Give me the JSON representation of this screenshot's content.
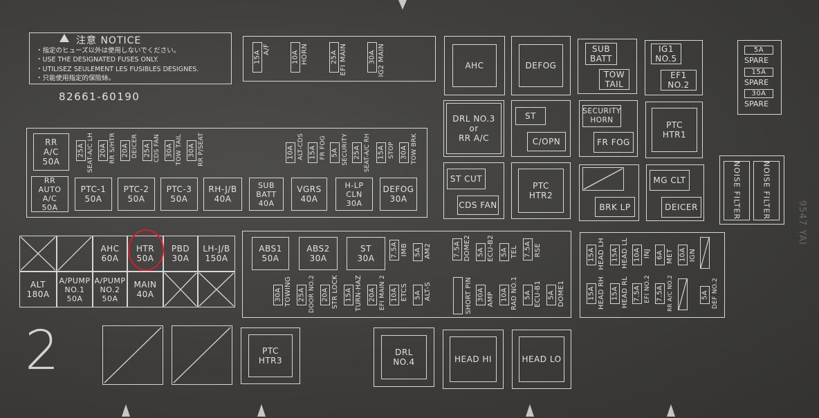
{
  "notice": {
    "title": "注意  NOTICE",
    "lines": [
      "・指定のヒューズ以外は使用しないでください。",
      "・USE THE DESIGNATED FUSES ONLY.",
      "・UTILISEZ SEULEMENT LES FUSIBLES DESIGNES.",
      "・只能使用指定的保險絲。"
    ],
    "part_number": "82661-60190"
  },
  "top_strip": [
    {
      "amp": "15A",
      "label": "A/F"
    },
    {
      "amp": "10A",
      "label": "HORN"
    },
    {
      "amp": "25A",
      "label": "EFI MAIN"
    },
    {
      "amp": "30A",
      "label": "IG2 MAIN"
    }
  ],
  "relays": {
    "ahc": "AHC",
    "defog": "DEFOG",
    "sub_batt": "SUB\nBATT",
    "tow_tail": "TOW\nTAIL",
    "ig1_no5": "IG1\nNO.5",
    "efi_no2": "EF1\nNO.2",
    "drl_no3": "DRL NO.3\nor\nRR A/C",
    "st": "ST",
    "c_opn": "C/OPN",
    "security_horn": "SECURITY\nHORN",
    "fr_fog": "FR FOG",
    "ptc_htr1": "PTC\nHTR1",
    "st_cut": "ST CUT",
    "cds_fan": "CDS FAN",
    "ptc_htr2": "PTC\nHTR2",
    "brk_lp": "BRK LP",
    "mg_clt": "MG CLT",
    "deicer": "DEICER",
    "ptc_htr3": "PTC\nHTR3",
    "drl_no4": "DRL\nNO.4",
    "head_hi": "HEAD HI",
    "head_lo": "HEAD LO"
  },
  "spare": [
    "5A",
    "SPARE",
    "15A",
    "SPARE",
    "30A",
    "SPARE"
  ],
  "noise_filter": [
    "NOISE\nFILTER",
    "NOISE\nFILTER"
  ],
  "left_block": {
    "rr_ac": "RR\nA/C\n50A",
    "mini_left": [
      {
        "amp": "25A",
        "label": "SEAT-A/C LH"
      },
      {
        "amp": "20A",
        "label": "RR S/HTR"
      },
      {
        "amp": "20A",
        "label": "DEICER"
      },
      {
        "amp": "25A",
        "label": "CDS FAN"
      },
      {
        "amp": "30A",
        "label": "TOW TAIL"
      },
      {
        "amp": "30A",
        "label": "RR P/SEAT"
      }
    ],
    "mini_right": [
      {
        "amp": "10A",
        "label": "ALT-CDS"
      },
      {
        "amp": "15A",
        "label": "FR FOG"
      },
      {
        "amp": "5A",
        "label": "SECURITY"
      },
      {
        "amp": "25A",
        "label": "SEAT-A/C RH"
      },
      {
        "amp": "15A",
        "label": "STOP"
      },
      {
        "amp": "30A",
        "label": "TOW BRK"
      }
    ],
    "row2": [
      "RR AUTO\nA/C\n50A",
      "PTC-1\n50A",
      "PTC-2\n50A",
      "PTC-3\n50A",
      "RH-J/B\n40A",
      "SUB\nBATT\n40A",
      "VGRS\n40A",
      "H-LP\nCLN\n30A",
      "DEFOG\n30A"
    ]
  },
  "main_block": {
    "row1": [
      "AHC\n60A",
      "HTR\n50A",
      "PBD\n30A",
      "LH-J/B\n150A"
    ],
    "row2": [
      "ALT\n180A",
      "A/PUMP\nNO.1\n50A",
      "A/PUMP\nNO.2\n50A",
      "MAIN\n40A"
    ],
    "block_number": "2"
  },
  "center_block": {
    "abs1": "ABS1\n50A",
    "abs2": "ABS2\n30A",
    "st": "ST\n30A",
    "top_minis": [
      {
        "amp": "7.5A",
        "label": "IMB"
      },
      {
        "amp": "5A",
        "label": "AM2"
      },
      {
        "amp": "7.5A",
        "label": "DOME2"
      },
      {
        "amp": "5A",
        "label": "ECU-B2"
      },
      {
        "amp": "5A",
        "label": "TEL"
      },
      {
        "amp": "7.5A",
        "label": "RSE"
      }
    ],
    "bottom_minis": [
      {
        "amp": "30A",
        "label": "TOWING"
      },
      {
        "amp": "25A",
        "label": "DOOR NO.2"
      },
      {
        "amp": "20A",
        "label": "STR LOCK"
      },
      {
        "amp": "15A",
        "label": "TURN-HAZ"
      },
      {
        "amp": "20A",
        "label": "EFI MAIN 2"
      },
      {
        "amp": "10A",
        "label": "ETCS"
      },
      {
        "amp": "5A",
        "label": "ALT-S"
      },
      {
        "amp": "",
        "label": "SHORT PIN"
      },
      {
        "amp": "30A",
        "label": "AMP"
      },
      {
        "amp": "10A",
        "label": "RAD NO.1"
      },
      {
        "amp": "5A",
        "label": "ECU-B1"
      },
      {
        "amp": "5A",
        "label": "DOME1"
      }
    ]
  },
  "right_block": {
    "top_minis": [
      {
        "amp": "15A",
        "label": "HEAD LH"
      },
      {
        "amp": "15A",
        "label": "HEAD LL"
      },
      {
        "amp": "10A",
        "label": "INJ"
      },
      {
        "amp": "6A",
        "label": "MET"
      },
      {
        "amp": "10A",
        "label": "IGN"
      }
    ],
    "bottom_minis": [
      {
        "amp": "15A",
        "label": "HEAD RH"
      },
      {
        "amp": "15A",
        "label": "HEAD RL"
      },
      {
        "amp": "7.5A",
        "label": "EFI NO.2"
      },
      {
        "amp": "7.5A",
        "label": "RR A/C NO.2"
      },
      {
        "amp": "5A",
        "label": "DEF NO.2"
      }
    ]
  },
  "highlight_color": "#d31f2a",
  "side_text": "9547 YAI"
}
